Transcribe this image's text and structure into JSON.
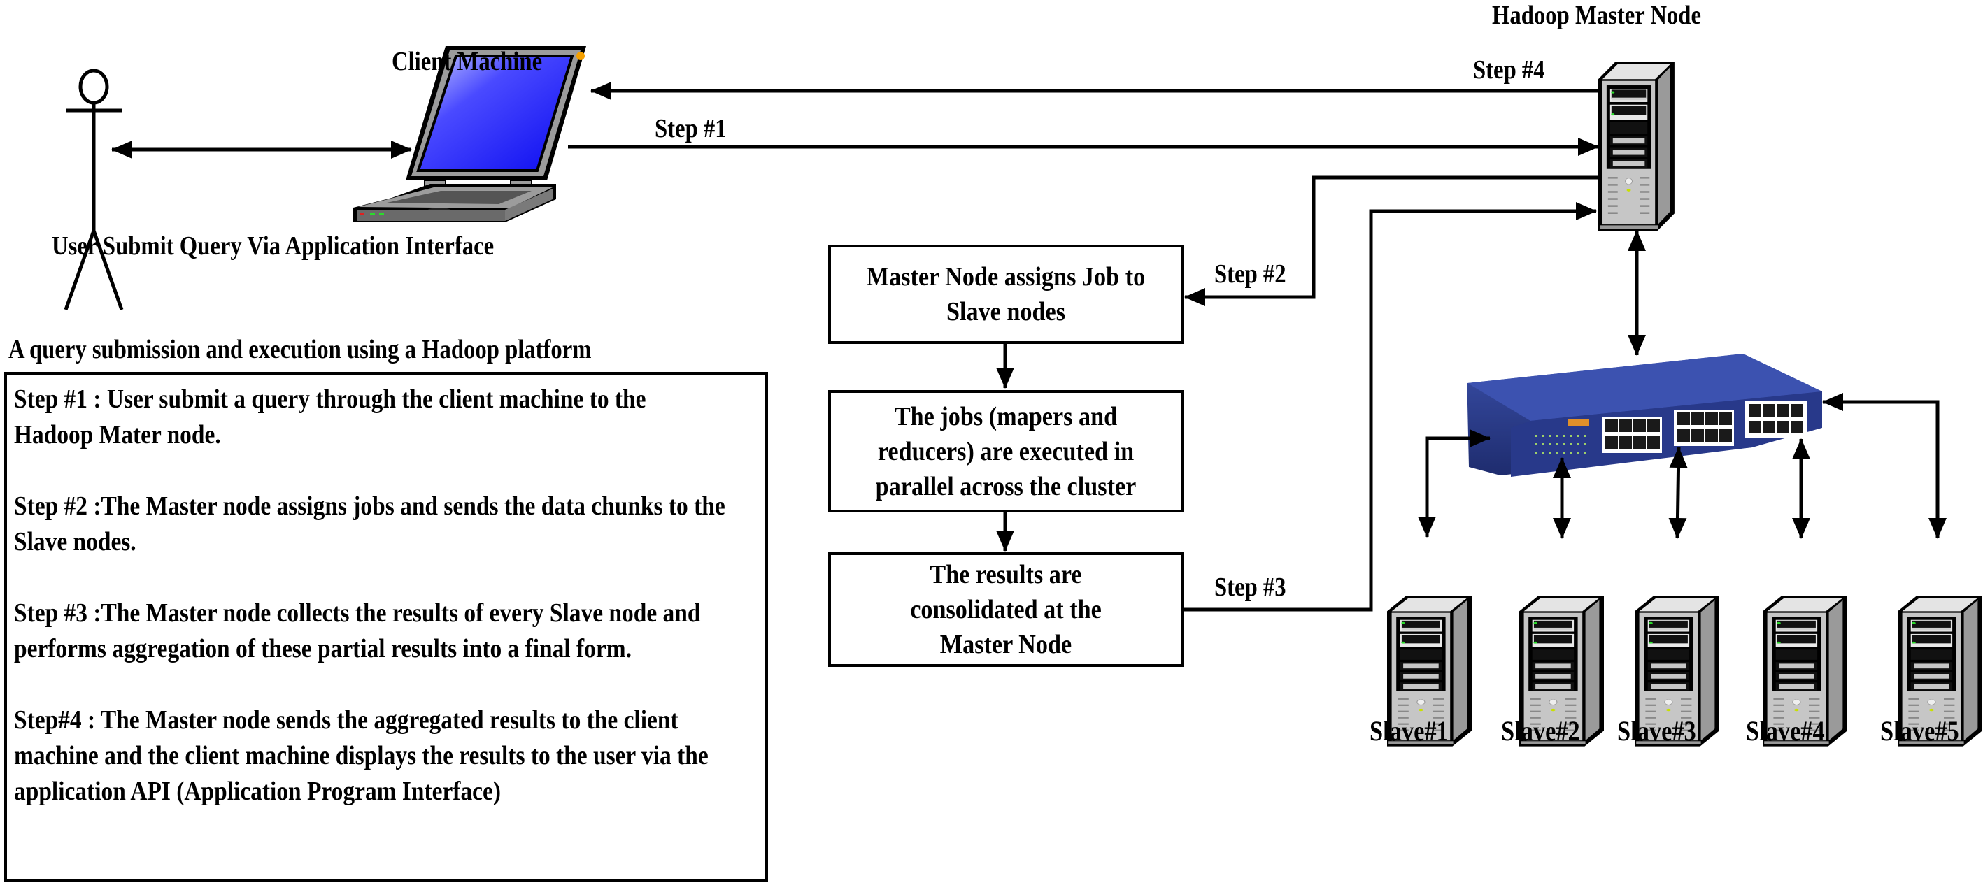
{
  "actors": {
    "user_caption": "User Submit Query Via Application Interface",
    "client_title": "Client Machine",
    "master_title": "Hadoop Master Node"
  },
  "arrows": {
    "step1": "Step #1",
    "step2": "Step #2",
    "step3": "Step #3",
    "step4": "Step #4"
  },
  "flow": {
    "boxes": [
      {
        "text": "Master Node assigns Job to Slave nodes"
      },
      {
        "text": "The jobs  (mapers and reducers) are executed in parallel across the cluster"
      },
      {
        "text": "The results are consolidated at the Master Node"
      }
    ]
  },
  "slaves": [
    {
      "label": "Slave#1"
    },
    {
      "label": "Slave#2"
    },
    {
      "label": "Slave#3"
    },
    {
      "label": "Slave#4"
    },
    {
      "label": "Slave#5"
    }
  ],
  "legend": {
    "title": "A query submission and execution using a Hadoop platform",
    "steps": [
      "Step #1 : User submit a query through the client machine to the Hadoop Mater node.",
      "Step #2 :The Master node assigns jobs  and sends the data chunks to the Slave nodes.",
      "Step #3 :The Master node collects the results of every Slave node and performs aggregation of these partial results into a final form.",
      "Step#4 : The Master node sends the aggregated results to the client machine and the client machine displays the results to the user via the application API (Application Program Interface)"
    ]
  },
  "colors": {
    "screen_blue": "#1a1aff",
    "switch_blue": "#2b3f8f",
    "server_gray": "#c8c8c8"
  }
}
